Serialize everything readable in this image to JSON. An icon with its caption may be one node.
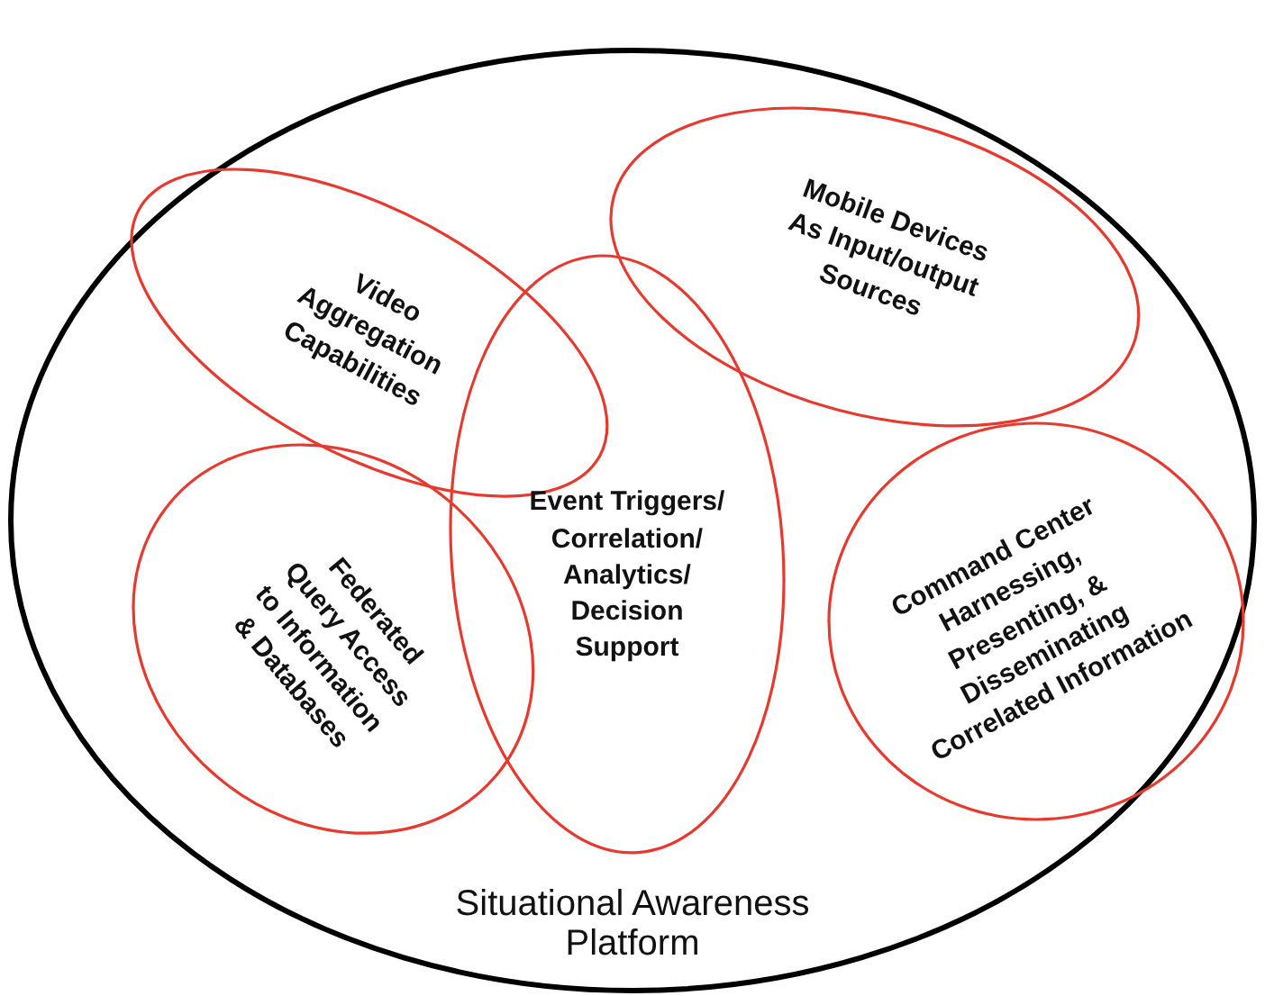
{
  "diagram": {
    "nodes": [
      {
        "text": [
          "Situational Awareness Platform"
        ]
      },
      {
        "text": [
          "Video Aggregation Capabilities"
        ],
        "in": 0
      },
      {
        "text": [
          "Mobile Devices As Input/output Sources"
        ],
        "in": 0
      },
      {
        "text": [
          "Event Triggers/ Correlation/ Analytics/ Decision Support"
        ],
        "in": 0
      },
      {
        "text": [
          "Federated Query Access to Information & Databases"
        ],
        "in": 0
      },
      {
        "text": [
          "Command Center Harnessing, Presenting, & Disseminating Correlated Information"
        ],
        "in": 0
      }
    ]
  }
}
